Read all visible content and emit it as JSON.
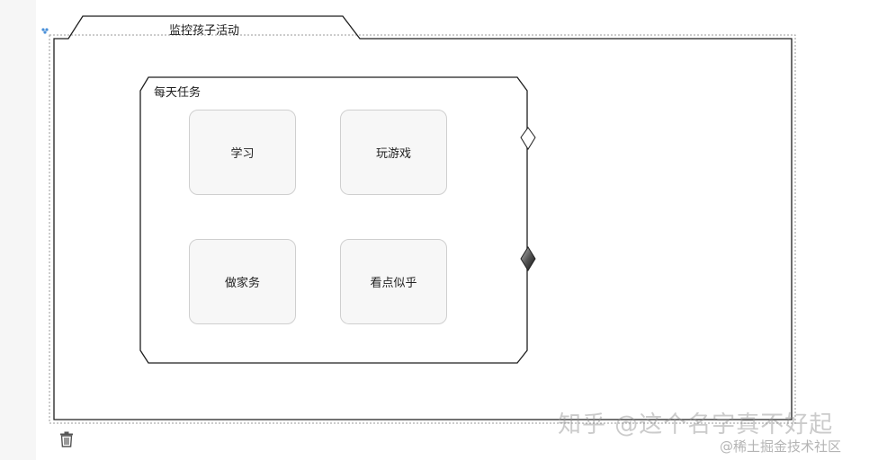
{
  "diagram": {
    "tab_title": "监控孩子活动",
    "inner_group_title": "每天任务",
    "nodes": [
      {
        "label": "学习"
      },
      {
        "label": "玩游戏"
      },
      {
        "label": "做家务"
      },
      {
        "label": "看点似乎"
      }
    ]
  },
  "icons": {
    "delete": "trash-icon",
    "connector_empty": "diamond-outline-icon",
    "connector_filled": "diamond-filled-icon",
    "selection_handle": "resize-handle-icon"
  },
  "watermark": {
    "main": "知乎 @这个名字真不好起",
    "sub": "@稀土掘金技术社区"
  },
  "colors": {
    "stroke": "#1e1e1e",
    "node_fill": "#f7f7f7",
    "node_border": "#cfcfcf",
    "selection": "#9a9a9a"
  }
}
